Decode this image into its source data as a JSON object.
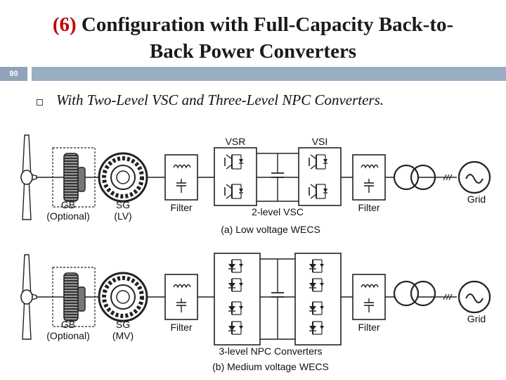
{
  "slide": {
    "title_number": "(6)",
    "title_line1": "Configuration with Full-Capacity Back-to-",
    "title_line2": "Back Power Converters",
    "page_number": "90",
    "bullet": "With Two-Level VSC and Three-Level NPC Converters.",
    "accent_color": "#c00000",
    "bar_color": "#9aaec4"
  },
  "diagram": {
    "low": {
      "gb_label": "GB",
      "gb_sub": "(Optional)",
      "sg_label": "SG",
      "sg_sub": "(LV)",
      "filter_left": "Filter",
      "vsr_label": "VSR",
      "vsi_label": "VSI",
      "converter_label": "2-level VSC",
      "filter_right": "Filter",
      "grid_label": "Grid",
      "caption": "(a) Low voltage WECS"
    },
    "medium": {
      "gb_label": "GB",
      "gb_sub": "(Optional)",
      "sg_label": "SG",
      "sg_sub": "(MV)",
      "filter_left": "Filter",
      "converter_label": "3-level NPC Converters",
      "filter_right": "Filter",
      "grid_label": "Grid",
      "caption": "(b) Medium voltage WECS"
    }
  }
}
